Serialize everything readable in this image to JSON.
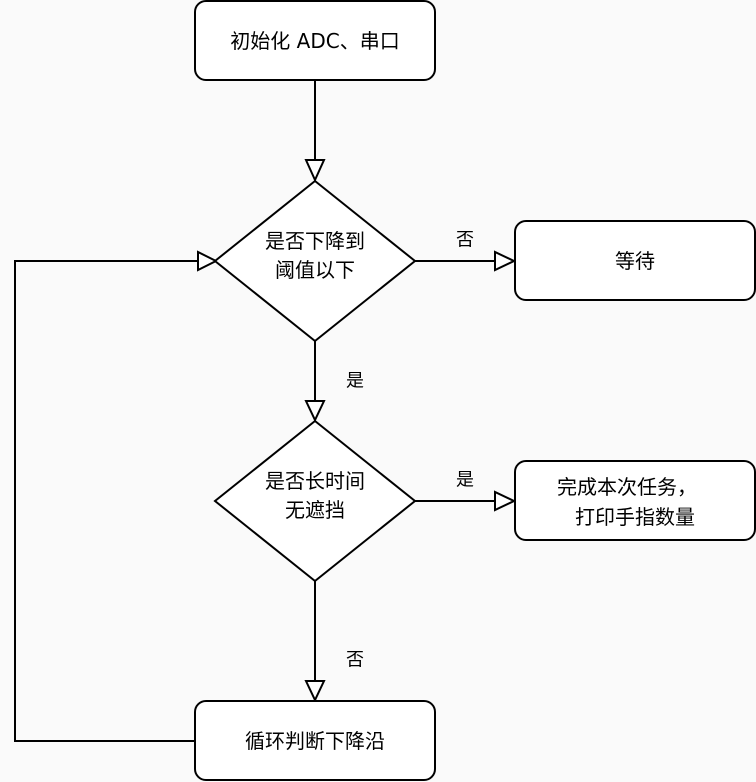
{
  "nodes": {
    "init": "初始化 ADC、串口",
    "decision_threshold": [
      "是否下降到",
      "阈值以下"
    ],
    "wait": "等待",
    "decision_block": [
      "是否长时间",
      "无遮挡"
    ],
    "complete": [
      "完成本次任务，",
      "打印手指数量"
    ],
    "loop": "循环判断下降沿"
  },
  "edge_labels": {
    "threshold_no": "否",
    "threshold_yes": "是",
    "block_yes": "是",
    "block_no": "否"
  }
}
